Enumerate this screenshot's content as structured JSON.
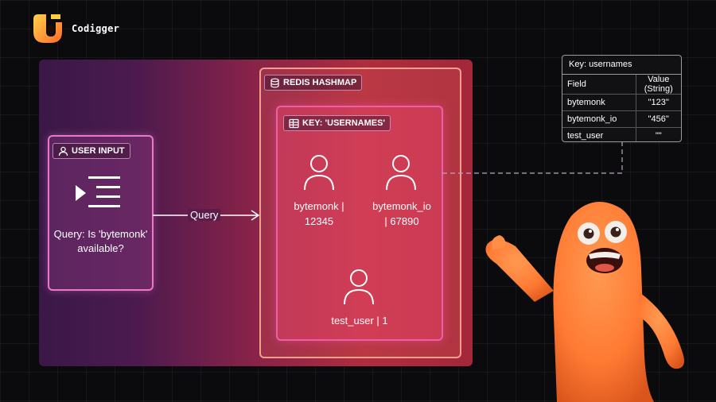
{
  "brand": {
    "name": "Codigger"
  },
  "user_input": {
    "label": "USER INPUT",
    "question": "Query: Is 'bytemonk' available?"
  },
  "arrow": {
    "label": "Query"
  },
  "redis": {
    "label": "REDIS HASHMAP",
    "key_label": "KEY: 'USERNAMES'",
    "users": [
      {
        "line1": "bytemonk |",
        "line2": "12345"
      },
      {
        "line1": "bytemonk_io",
        "line2": "| 67890"
      },
      {
        "line1": "test_user | 1",
        "line2": ""
      }
    ]
  },
  "table": {
    "title": "Key: usernames",
    "headers": [
      "Field",
      "Value (String)"
    ],
    "rows": [
      [
        "bytemonk",
        "\"123\""
      ],
      [
        "bytemonk_io",
        "\"456\""
      ],
      [
        "test_user",
        "\"\""
      ]
    ]
  },
  "colors": {
    "background": "#0b0b0d",
    "user_box_border": "#e978c8",
    "redis_border": "#f0a08a",
    "key_border": "#ee5ea8",
    "mascot": "#ff7a33"
  }
}
